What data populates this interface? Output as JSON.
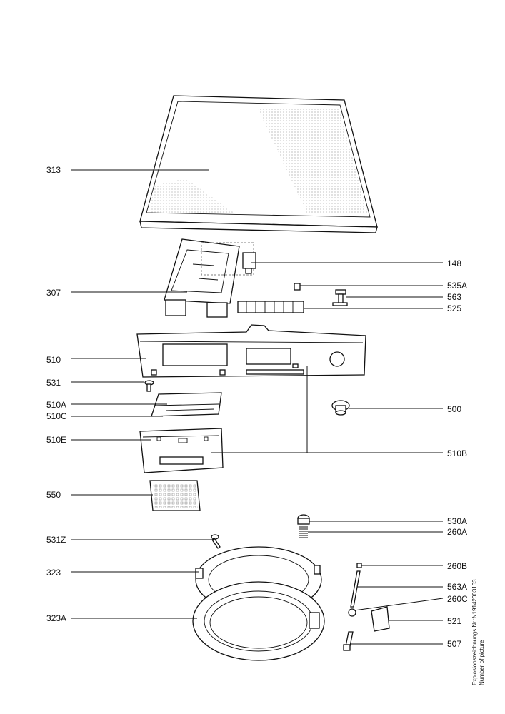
{
  "labels": {
    "p313": "313",
    "p148": "148",
    "p307": "307",
    "p535A": "535A",
    "p563": "563",
    "p525": "525",
    "p510": "510",
    "p531": "531",
    "p510A": "510A",
    "p510C": "510C",
    "p500": "500",
    "p510E": "510E",
    "p510B": "510B",
    "p550": "550",
    "p530A": "530A",
    "p260A": "260A",
    "p531Z": "531Z",
    "p323": "323",
    "p260B": "260B",
    "p563A": "563A",
    "p260C": "260C",
    "p323A": "323A",
    "p521": "521",
    "p507": "507"
  },
  "side_note": {
    "line1": "Explosionszeichnungs  Nr.:N19142003163",
    "line2": "Number of picture"
  }
}
